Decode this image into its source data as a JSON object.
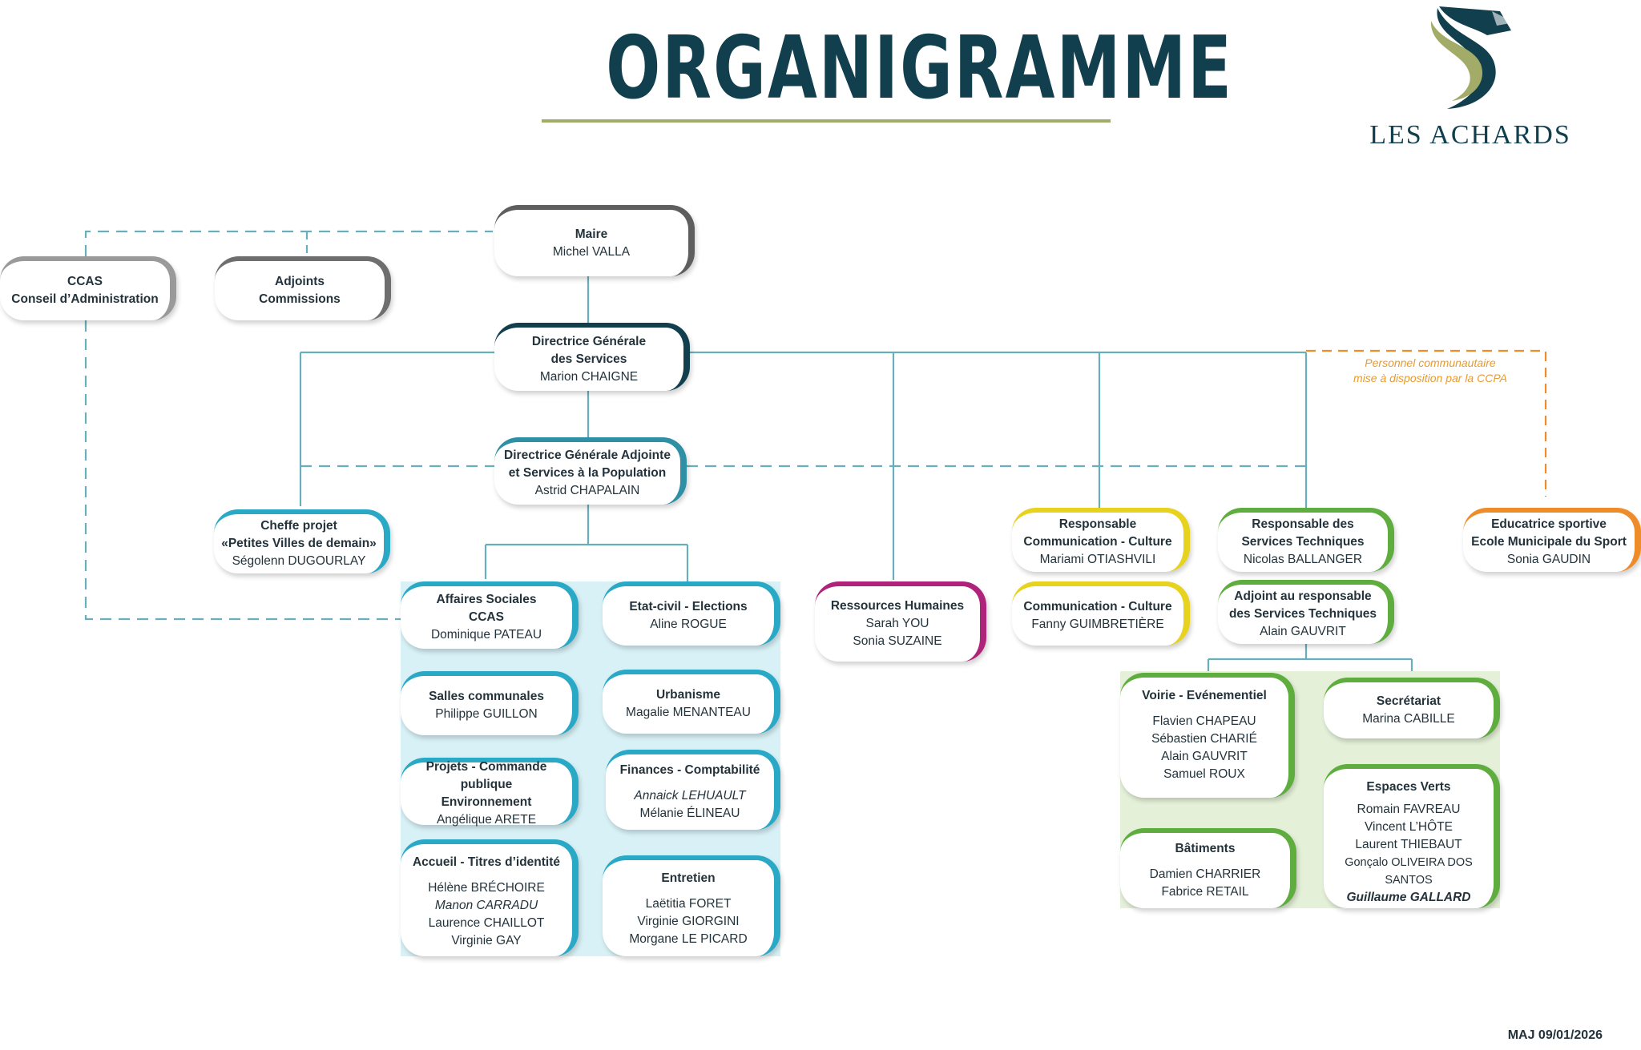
{
  "header": {
    "title": "ORGANIGRAMME",
    "logo_text": "LES ACHARDS"
  },
  "colors": {
    "dark": "#123f4d",
    "teal": "#2f8fa4",
    "gray": "#6e6e6e",
    "blue": "#2aa9c7",
    "pink": "#b0237a",
    "yellow": "#e7d21d",
    "green": "#5fad3e",
    "orange": "#ee8c2a",
    "light_blue_area": "#d7f1f6",
    "light_green_area": "#e4f0d8",
    "line": "#6aaebb"
  },
  "note_ccpa": {
    "line1": "Personnel communautaire",
    "line2": "mise à disposition par la CCPA"
  },
  "footer": {
    "updated": "MAJ 09/01/2026"
  },
  "boxes": {
    "maire": {
      "title": "Maire",
      "name": "Michel VALLA"
    },
    "ccas": {
      "line1": "CCAS",
      "line2": "Conseil d’Administration"
    },
    "adjoints": {
      "line1": "Adjoints",
      "line2": "Commissions"
    },
    "dgs": {
      "line1": "Directrice Générale",
      "line2": "des Services",
      "name": "Marion CHAIGNE"
    },
    "dgas": {
      "line1": "Directrice Générale Adjointe",
      "line2": "et Services à la Population",
      "name": "Astrid CHAPALAIN"
    },
    "cheffe": {
      "line1": "Cheffe projet",
      "line2": "«Petites Villes de demain»",
      "name": "Ségolenn DUGOURLAY"
    },
    "rh": {
      "title": "Ressources Humaines",
      "names": [
        "Sarah YOU",
        "Sonia SUZAINE"
      ]
    },
    "resp_comm": {
      "line1": "Responsable",
      "line2": "Communication - Culture",
      "name": "Mariami OTIASHVILI"
    },
    "comm": {
      "title": "Communication - Culture",
      "name": "Fanny GUIMBRETIÈRE"
    },
    "resp_st": {
      "line1": "Responsable des",
      "line2": "Services Techniques",
      "name": "Nicolas BALLANGER"
    },
    "adj_st": {
      "line1": "Adjoint au responsable",
      "line2": "des Services Techniques",
      "name": "Alain GAUVRIT"
    },
    "educ": {
      "line1": "Educatrice sportive",
      "line2": "Ecole Municipale du Sport",
      "name": "Sonia GAUDIN"
    },
    "aff_soc": {
      "line1": "Affaires Sociales",
      "line2": "CCAS",
      "name": "Dominique PATEAU"
    },
    "etat_civil": {
      "title": "Etat-civil - Elections",
      "name": "Aline ROGUE"
    },
    "salles": {
      "title": "Salles communales",
      "name": "Philippe GUILLON"
    },
    "urbanisme": {
      "title": "Urbanisme",
      "name": "Magalie MENANTEAU"
    },
    "projets": {
      "line1": "Projets - Commande publique",
      "line2": "Environnement",
      "name": "Angélique ARETE"
    },
    "finances": {
      "title": "Finances - Comptabilité",
      "name_italic": "Annaick LEHUAULT",
      "name": "Mélanie ÉLINEAU"
    },
    "accueil": {
      "title": "Accueil - Titres d’identité",
      "name1": "Hélène BRÉCHOIRE",
      "name2_italic": "Manon CARRADU",
      "name3": "Laurence CHAILLOT",
      "name4": "Virginie GAY"
    },
    "entretien": {
      "title": "Entretien",
      "names": [
        "Laëtitia FORET",
        "Virginie GIORGINI",
        "Morgane LE PICARD"
      ]
    },
    "voirie": {
      "title": "Voirie - Evénementiel",
      "names": [
        "Flavien CHAPEAU",
        "Sébastien CHARIÉ",
        "Alain GAUVRIT",
        "Samuel ROUX"
      ]
    },
    "secretariat": {
      "title": "Secrétariat",
      "name": "Marina CABILLE"
    },
    "batiments": {
      "title": "Bâtiments",
      "names": [
        "Damien CHARRIER",
        "Fabrice RETAIL"
      ]
    },
    "espaces_verts": {
      "title": "Espaces Verts",
      "names": [
        "Romain FAVREAU",
        "Vincent L’HÔTE",
        "Laurent THIEBAUT",
        "Gonçalo OLIVEIRA DOS SANTOS"
      ],
      "name_italic": "Guillaume GALLARD"
    }
  }
}
